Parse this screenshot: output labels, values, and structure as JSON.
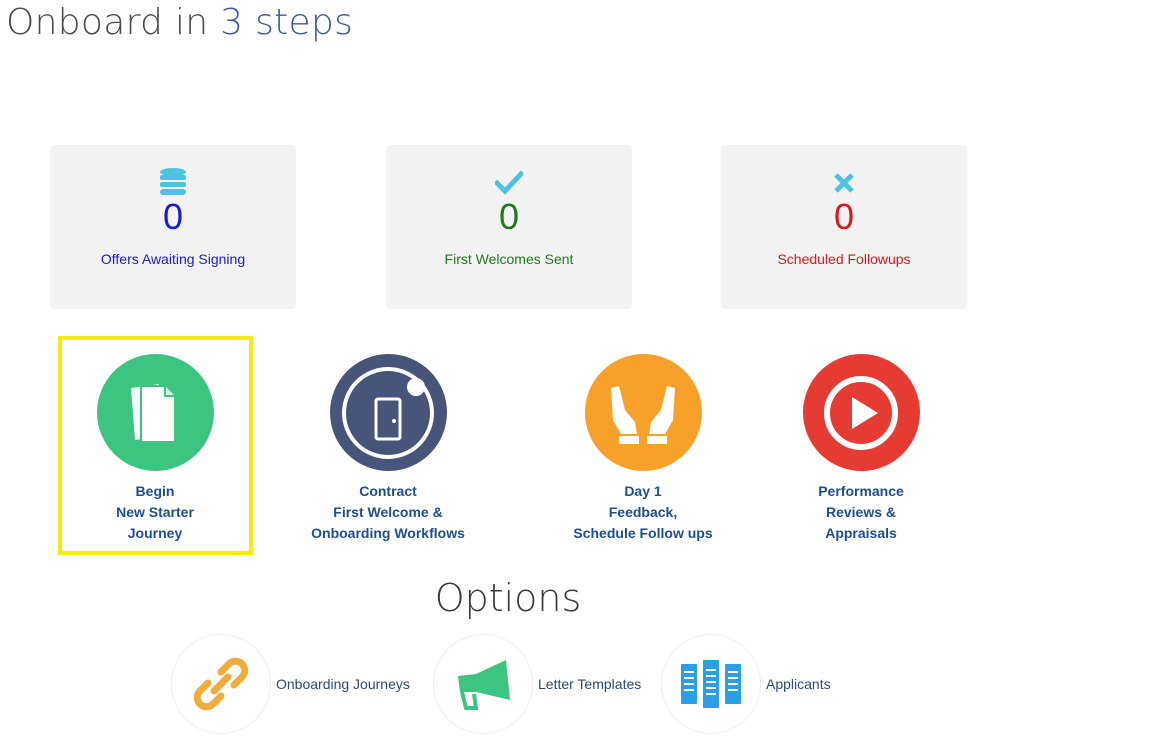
{
  "header": {
    "title_prefix": "Onboard in ",
    "title_accent": "3 steps"
  },
  "stats": [
    {
      "icon": "database-icon",
      "value": "0",
      "label": "Offers Awaiting Signing",
      "color": "#1a1ad6",
      "icon_color": "#4ec3e0"
    },
    {
      "icon": "check-icon",
      "value": "0",
      "label": "First Welcomes Sent",
      "color": "#1f7a1f",
      "icon_color": "#4ec3e0"
    },
    {
      "icon": "close-icon",
      "value": "0",
      "label": "Scheduled Followups",
      "color": "#d61a1a",
      "icon_color": "#4ec3e0"
    }
  ],
  "steps": [
    {
      "icon": "document-icon",
      "label": "Begin\nNew Starter\nJourney",
      "color": "#3cc480",
      "selected": true
    },
    {
      "icon": "door-icon",
      "label": "Contract\nFirst Welcome &\nOnboarding Workflows",
      "color": "#47557a"
    },
    {
      "icon": "hands-icon",
      "label": "Day 1\nFeedback,\nSchedule Follow ups",
      "color": "#f7a12a"
    },
    {
      "icon": "play-icon",
      "label": "Performance\nReviews &\nAppraisals",
      "color": "#e63b33"
    }
  ],
  "options_title": "Options",
  "options": [
    {
      "icon": "link-icon",
      "label": "Onboarding Journeys"
    },
    {
      "icon": "megaphone-icon",
      "label": "Letter Templates"
    },
    {
      "icon": "server-icon",
      "label": "Applicants"
    }
  ],
  "colors": {
    "highlight": "#f5ea14",
    "link_text": "#1f4e8c"
  }
}
